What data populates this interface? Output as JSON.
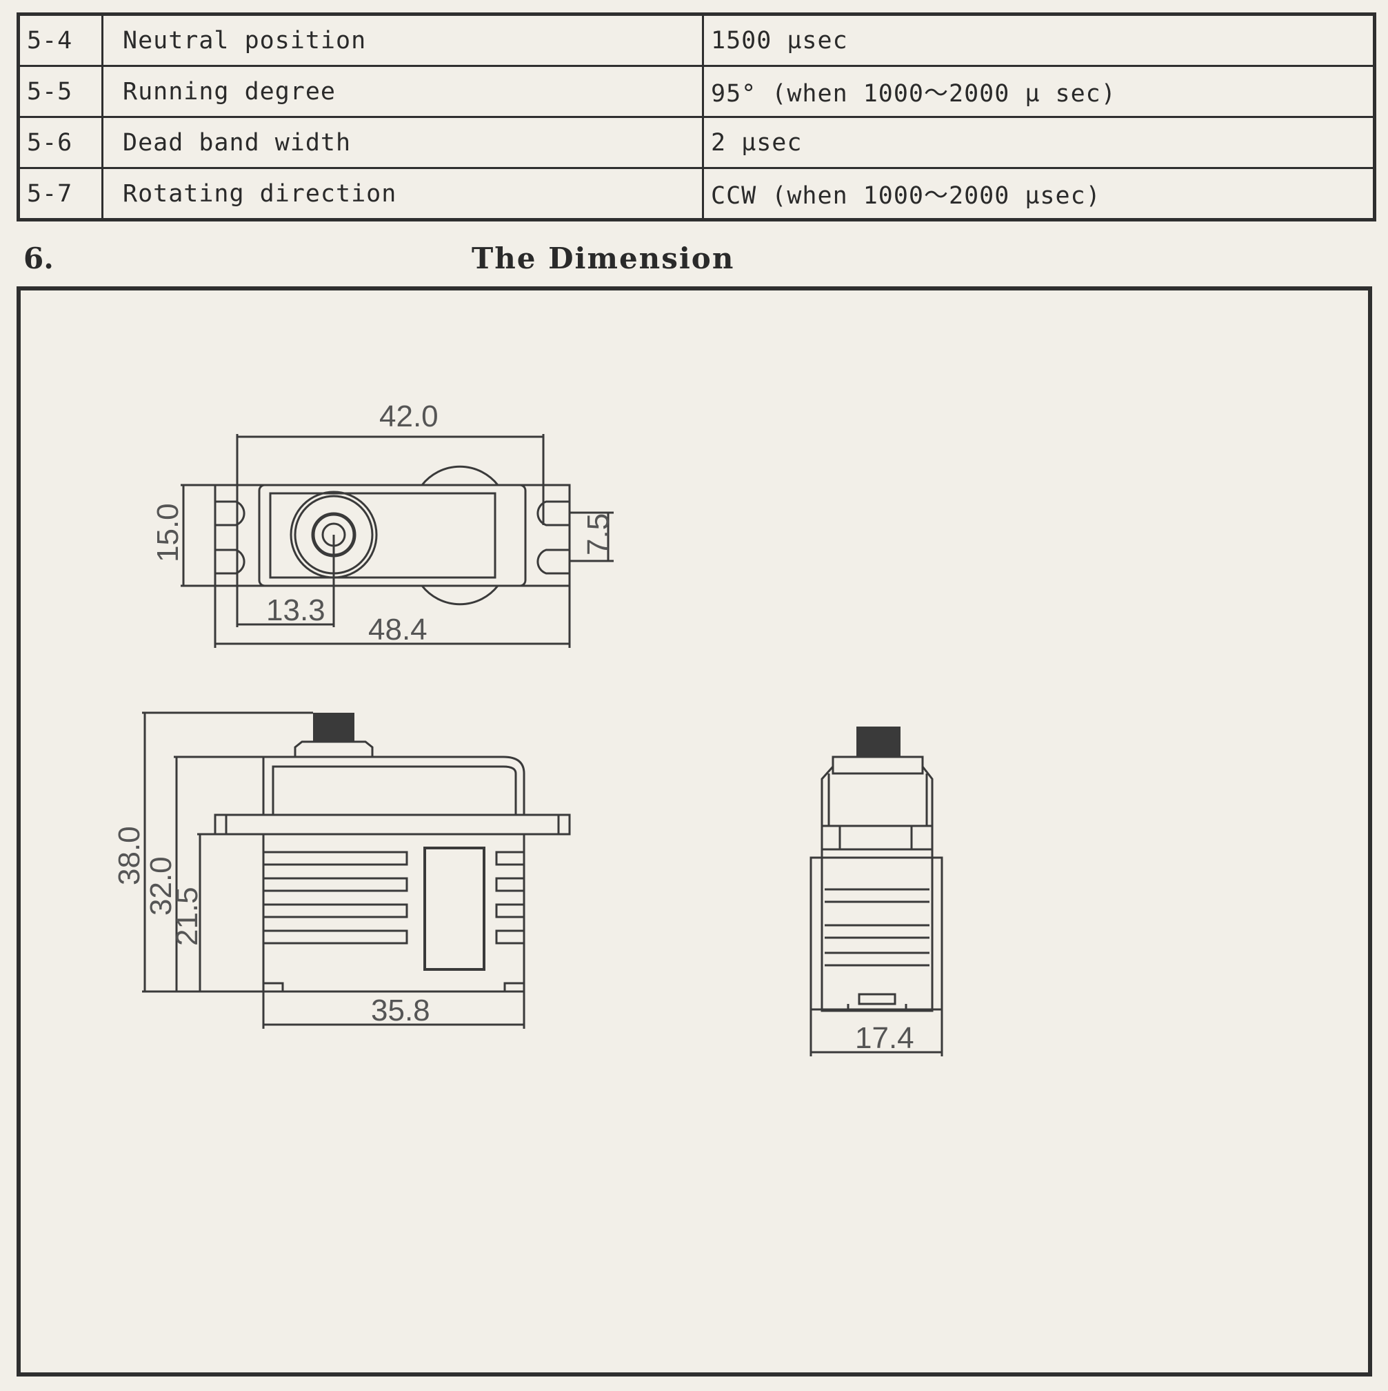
{
  "spec_table": {
    "rows": [
      {
        "num": "5-4",
        "item": "Neutral position",
        "value": "1500 µsec"
      },
      {
        "num": "5-5",
        "item": "Running degree",
        "value": "95° (when 1000～2000 µ sec)"
      },
      {
        "num": "5-6",
        "item": "Dead band width",
        "value": "2 µsec"
      },
      {
        "num": "5-7",
        "item": "Rotating direction",
        "value": "CCW    (when 1000～2000 µsec)"
      }
    ]
  },
  "section": {
    "number": "6.",
    "title": "The Dimension"
  },
  "dimensions": {
    "top_view": {
      "mount_hole_spacing": "42.0",
      "overall_length": "48.4",
      "body_width": "15.0",
      "tab_slot_spacing": "7.5",
      "shaft_offset": "13.3"
    },
    "side_view": {
      "total_height": "38.0",
      "case_height": "32.0",
      "flange_height": "21.5",
      "body_length": "35.8"
    },
    "end_view": {
      "body_width": "17.4"
    }
  }
}
